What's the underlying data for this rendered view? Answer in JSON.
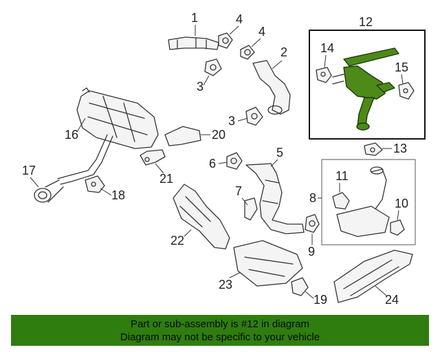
{
  "labels": {
    "n1": "1",
    "n2": "2",
    "n3a": "3",
    "n3b": "3",
    "n4a": "4",
    "n4b": "4",
    "n5": "5",
    "n6": "6",
    "n7": "7",
    "n8": "8",
    "n9": "9",
    "n10": "10",
    "n11": "11",
    "n12": "12",
    "n13": "13",
    "n14": "14",
    "n15": "15",
    "n16": "16",
    "n17": "17",
    "n18": "18",
    "n19": "19",
    "n20": "20",
    "n21": "21",
    "n22": "22",
    "n23": "23",
    "n24": "24"
  },
  "highlight_color": "#4d8a1a",
  "banner": {
    "line1": "Part or sub-assembly is #12 in diagram",
    "line2": "Diagram may not be specific to your vehicle",
    "color": "#2f7d0f"
  }
}
